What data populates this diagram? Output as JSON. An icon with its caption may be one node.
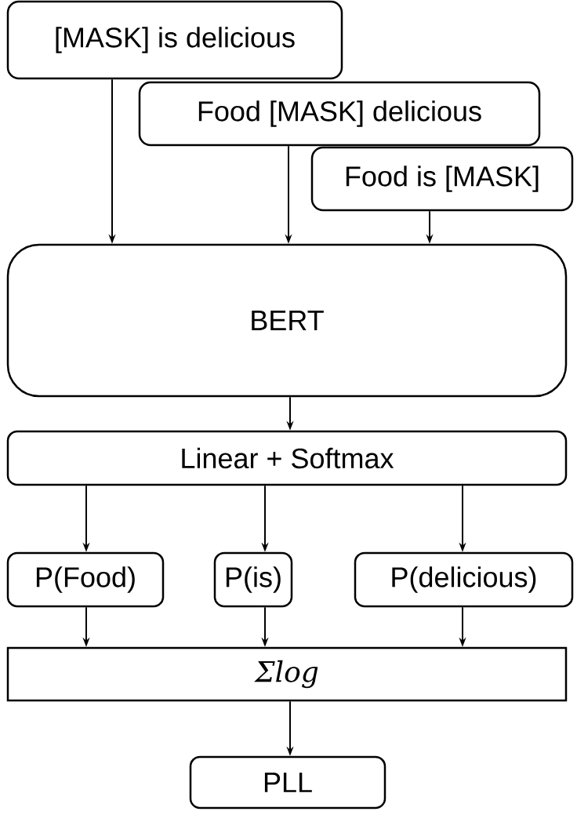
{
  "diagram": {
    "nodes": [
      {
        "text": [
          "[MASK] is delicious"
        ]
      },
      {
        "text": [
          "Food [MASK] delicious"
        ]
      },
      {
        "text": [
          "Food is [MASK]"
        ]
      },
      {
        "text": [
          "BERT"
        ]
      },
      {
        "text": [
          "Linear + Softmax"
        ]
      },
      {
        "text": [
          "P(Food)"
        ]
      },
      {
        "text": [
          "P(is)"
        ]
      },
      {
        "text": [
          "P(delicious)"
        ]
      },
      {
        "text": [
          "Σlog"
        ]
      },
      {
        "text": [
          "PLL"
        ]
      }
    ],
    "edges": [
      {
        "from": 0,
        "to": 3,
        "arrow": "to"
      },
      {
        "from": 1,
        "to": 3,
        "arrow": "to"
      },
      {
        "from": 2,
        "to": 3,
        "arrow": "to"
      },
      {
        "from": 3,
        "to": 4,
        "arrow": "to"
      },
      {
        "from": 4,
        "to": 5,
        "arrow": "to"
      },
      {
        "from": 4,
        "to": 6,
        "arrow": "to"
      },
      {
        "from": 4,
        "to": 7,
        "arrow": "to"
      },
      {
        "from": 5,
        "to": 8,
        "arrow": "to"
      },
      {
        "from": 6,
        "to": 8,
        "arrow": "to"
      },
      {
        "from": 7,
        "to": 8,
        "arrow": "to"
      },
      {
        "from": 8,
        "to": 9,
        "arrow": "to"
      }
    ]
  }
}
